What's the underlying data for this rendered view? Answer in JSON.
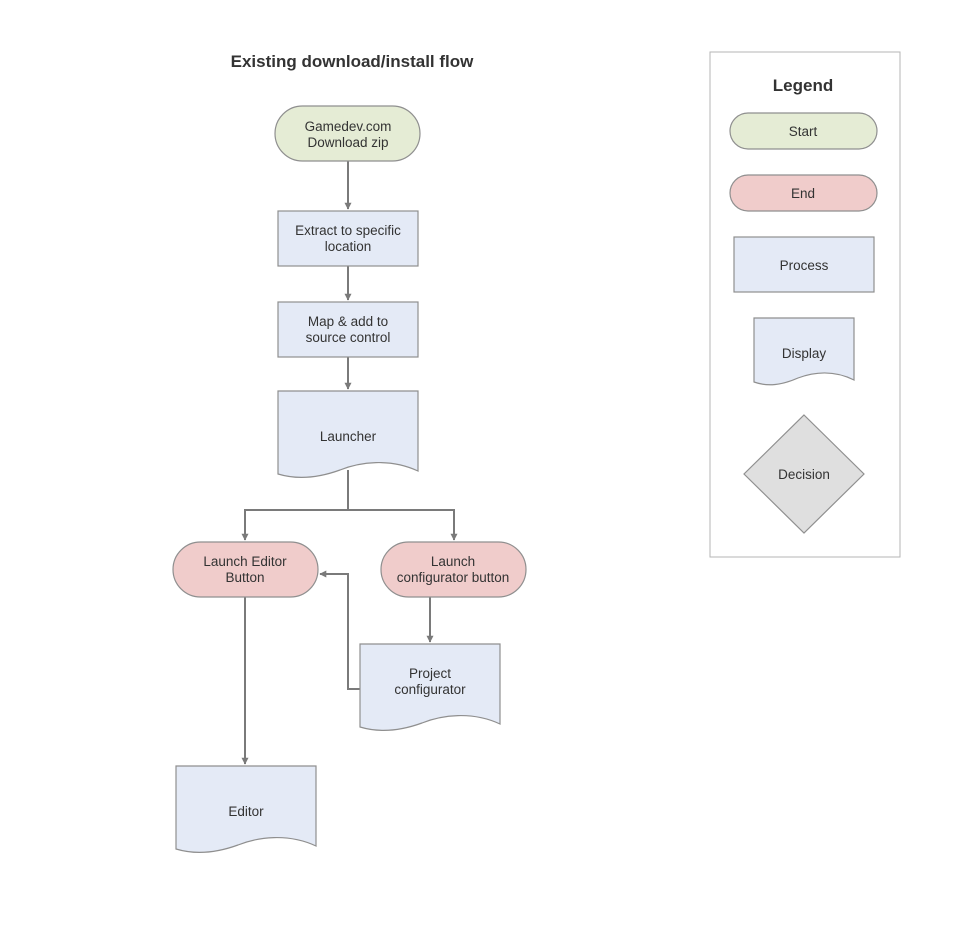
{
  "diagram": {
    "title": "Existing download/install flow",
    "colors": {
      "start": "#e5ecd5",
      "end": "#f0cccb",
      "process": "#e4eaf6",
      "display": "#e4eaf6",
      "decision": "#dfdfdf",
      "stroke": "#8f8f8f",
      "edge": "#7a7a7a"
    },
    "nodes": {
      "gamedev": {
        "type": "start",
        "lines": [
          "Gamedev.com",
          "Download zip"
        ]
      },
      "extract": {
        "type": "process",
        "lines": [
          "Extract to specific",
          "location"
        ]
      },
      "map": {
        "type": "process",
        "lines": [
          "Map & add to",
          "source control"
        ]
      },
      "launcher": {
        "type": "display",
        "lines": [
          "Launcher"
        ]
      },
      "launch_editor": {
        "type": "end",
        "lines": [
          "Launch Editor",
          "Button"
        ]
      },
      "launch_config": {
        "type": "end",
        "lines": [
          "Launch",
          "configurator button"
        ]
      },
      "project_config": {
        "type": "display",
        "lines": [
          "Project",
          "configurator"
        ]
      },
      "editor": {
        "type": "display",
        "lines": [
          "Editor"
        ]
      }
    },
    "edges": [
      {
        "from": "gamedev",
        "to": "extract"
      },
      {
        "from": "extract",
        "to": "map"
      },
      {
        "from": "map",
        "to": "launcher"
      },
      {
        "from": "launcher",
        "to": "launch_editor"
      },
      {
        "from": "launcher",
        "to": "launch_config"
      },
      {
        "from": "launch_config",
        "to": "project_config"
      },
      {
        "from": "project_config",
        "to": "launch_editor"
      },
      {
        "from": "launch_editor",
        "to": "editor"
      }
    ]
  },
  "legend": {
    "title": "Legend",
    "start": "Start",
    "end": "End",
    "process": "Process",
    "display": "Display",
    "decision": "Decision"
  }
}
